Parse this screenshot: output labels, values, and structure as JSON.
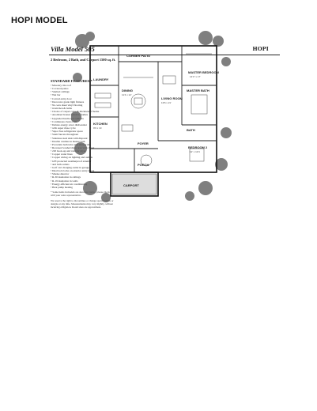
{
  "page": {
    "heading": "HOPI MODEL"
  },
  "brochure": {
    "model_title": "Villa Model 505",
    "brand": "HOPI",
    "subtitle": "2 Bedroom, 2 Bath, and Carport 1500 sq. ft.",
    "features_title": "STANDARD FEATURES *",
    "features": [
      "Masonry tile roof",
      "Covered patios",
      "Vaulted ceilings",
      "Wet bar",
      "Carved entry door",
      "Decorator grade light fixtures",
      "No-wax sheet vinyl flooring",
      "in kitchen & baths",
      "Choice of carpet color & thickness of home",
      "Anodized bronze window frames",
      "Upgraded hardwood cabinets",
      "Continuous clean oven",
      "Deluxe energy saver dishwasher",
      "with super rinse cycle",
      "Vapor free refrigerator space",
      "Stem faucets throughout",
      "Stainless steel sink with disposal",
      "Double vanities in master bath",
      "Porcelain bath tubs with shower tile",
      "Recessed washer/dryer area with closet",
      "220 hook-up and vent for dryer",
      "Copper water lines",
      "Copper wiring on lighting and outlets",
      "GFI protected weatherproof exterior",
      "and bath outlets",
      "Golf cart charging outlet in garage",
      "Dual lock locks on exterior entry doors",
      "Smoke detector",
      "R-30 insulation in ceilings",
      "R-19 insulation in walls",
      "Energy efficient air conditioning",
      "Heat pump heating"
    ],
    "footnote_1": "* Some items in models are decorator items - please check with your sales representative.",
    "footnote_2": "We reserve the right to discontinue or change specifications or designs at any time. Measurements may vary slightly, without incurring obligation. Room sizes are approximate."
  },
  "floor_plan": {
    "rooms": [
      {
        "name": "CORNER PATIO",
        "dims": ""
      },
      {
        "name": "MASTER BEDROOM",
        "dims": "14'4\" x 17'"
      },
      {
        "name": "DINING",
        "dims": "11'4 x 12'"
      },
      {
        "name": "LIVING ROOM",
        "dims": "13'6 x 21'"
      },
      {
        "name": "KITCHEN",
        "dims": "9'6 x 10"
      },
      {
        "name": "MASTER BATH",
        "dims": ""
      },
      {
        "name": "BATH",
        "dims": ""
      },
      {
        "name": "FOYER",
        "dims": ""
      },
      {
        "name": "BEDROOM 2",
        "dims": "12' x 12'4"
      },
      {
        "name": "CARPORT",
        "dims": ""
      },
      {
        "name": "PORCH",
        "dims": ""
      },
      {
        "name": "LAUNDRY",
        "dims": ""
      }
    ]
  }
}
